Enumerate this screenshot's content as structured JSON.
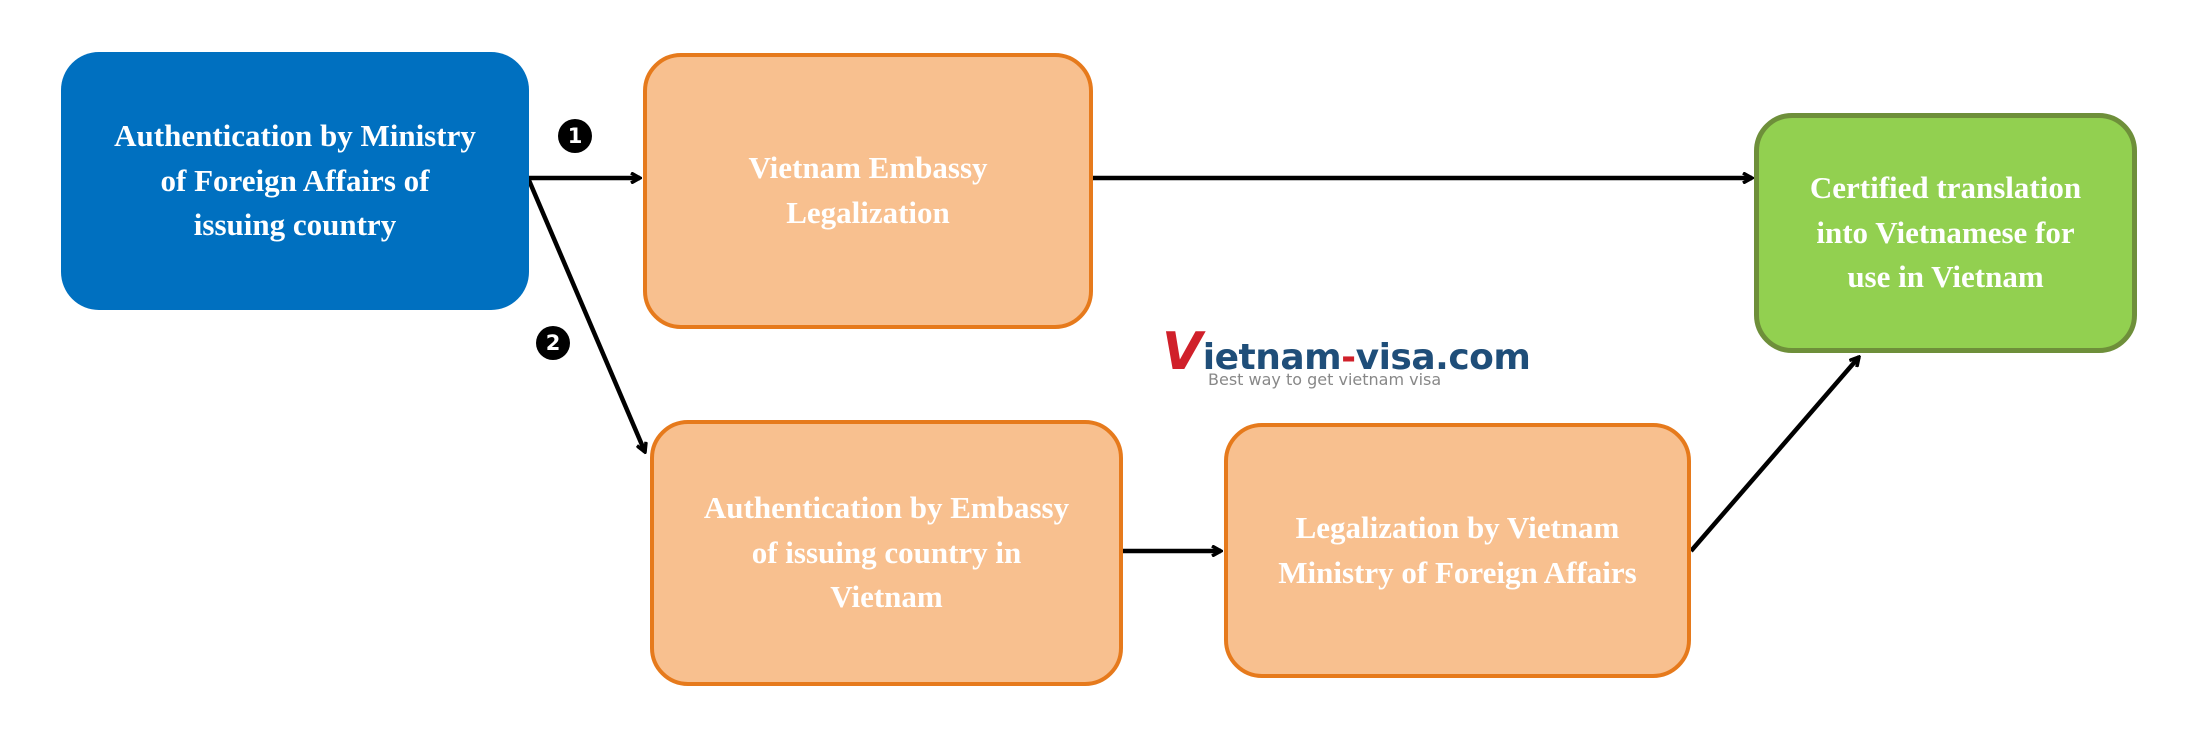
{
  "boxes": {
    "mofa_issuing": {
      "lines": [
        "Authentication by Ministry",
        "of Foreign Affairs of",
        "issuing country"
      ],
      "fill": "#0070c0"
    },
    "embassy_legalization": {
      "lines": [
        "Vietnam Embassy",
        "Legalization"
      ],
      "fill": "#f8c08f",
      "border": "#e67a1c"
    },
    "auth_embassy_in_vietnam": {
      "lines": [
        "Authentication by Embassy",
        "of issuing country in",
        "Vietnam"
      ],
      "fill": "#f8c08f",
      "border": "#e67a1c"
    },
    "vietnam_mofa_legalization": {
      "lines": [
        "Legalization by Vietnam",
        "Ministry of Foreign Affairs"
      ],
      "fill": "#f8c08f",
      "border": "#e67a1c"
    },
    "certified_translation": {
      "lines": [
        "Certified translation",
        "into Vietnamese for",
        "use in Vietnam"
      ],
      "fill": "#92d050",
      "border": "#6e8f3a"
    }
  },
  "steps": {
    "one": "1",
    "two": "2"
  },
  "logo": {
    "initial": "V",
    "word1": "ietnam",
    "dash": "-",
    "word2": "visa.com",
    "tagline": "Best way to get vietnam visa",
    "colors": {
      "initial": "#d0202a",
      "text": "#1f4e79",
      "tagline": "#888888"
    }
  },
  "connector_color": "#000000"
}
